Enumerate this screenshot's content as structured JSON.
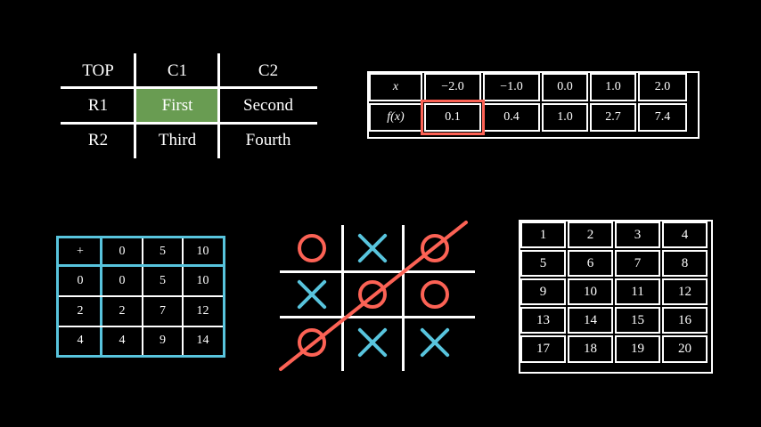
{
  "scene": {
    "background": "#000000"
  },
  "colors": {
    "line_white": "#FFFFFF",
    "green_highlight": "#699C52",
    "red_accent": "#FC6255",
    "blue_accent": "#58C4DD"
  },
  "label_table": {
    "rows": [
      [
        "TOP",
        "C1",
        "C2"
      ],
      [
        "R1",
        "First",
        "Second"
      ],
      [
        "R2",
        "Third",
        "Fourth"
      ]
    ],
    "highlight": {
      "cell": "First",
      "color": "#699C52"
    }
  },
  "function_table": {
    "rows": [
      [
        "x",
        "−2.0",
        "−1.0",
        "0.0",
        "1.0",
        "2.0"
      ],
      [
        "f(x)",
        "0.1",
        "0.4",
        "1.0",
        "2.7",
        "7.4"
      ]
    ],
    "highlight": {
      "cell": "0.1",
      "row_label": "f(x)",
      "column_label": "−2.0",
      "color": "#FC6255"
    }
  },
  "addition_table": {
    "rows": [
      [
        "+",
        "0",
        "5",
        "10"
      ],
      [
        "0",
        "0",
        "5",
        "10"
      ],
      [
        "2",
        "2",
        "7",
        "12"
      ],
      [
        "4",
        "4",
        "9",
        "14"
      ]
    ]
  },
  "tic_tac_toe": {
    "cells": [
      [
        "O",
        "X",
        "O"
      ],
      [
        "X",
        "O",
        "O"
      ],
      [
        "O",
        "X",
        "X"
      ]
    ],
    "winning_line": {
      "marks": "O",
      "from": "bottom-left",
      "to": "top-right",
      "color": "#FC6255"
    }
  },
  "integer_table": {
    "rows": [
      [
        "1",
        "2",
        "3",
        "4"
      ],
      [
        "5",
        "6",
        "7",
        "8"
      ],
      [
        "9",
        "10",
        "11",
        "12"
      ],
      [
        "13",
        "14",
        "15",
        "16"
      ],
      [
        "17",
        "18",
        "19",
        "20"
      ]
    ]
  }
}
